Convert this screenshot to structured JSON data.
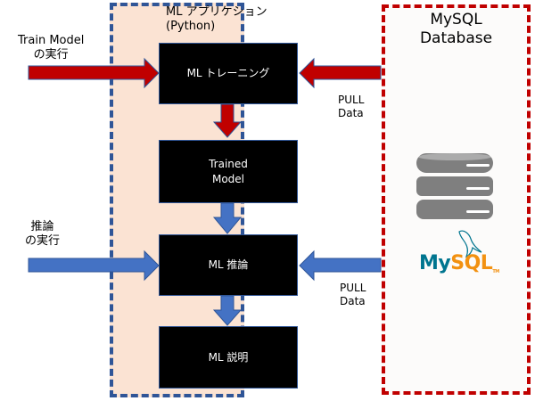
{
  "app_container": {
    "title": "ML アプリケション\n(Python)",
    "border_color": "#2f5597",
    "fill_color": "#fbe3d3"
  },
  "db_container": {
    "title": "MySQL\nDatabase",
    "border_color": "#c00000",
    "logo_text_my": "My",
    "logo_text_sql": "SQL",
    "logo_tm": "TM"
  },
  "nodes": [
    {
      "id": "training",
      "label": "ML トレーニング"
    },
    {
      "id": "trained-model",
      "label": "Trained\nModel"
    },
    {
      "id": "inference",
      "label": "ML 推論"
    },
    {
      "id": "explanation",
      "label": "ML 説明"
    }
  ],
  "inputs": {
    "train": "Train Model\nの実行",
    "infer": "推論\nの実行"
  },
  "edges": {
    "pull_training": "PULL\nData",
    "pull_inference": "PULL\nData"
  },
  "colors": {
    "training_arrow": "#c00000",
    "inference_arrow": "#4472c4",
    "arrow_outline": "#2f5597",
    "node_fill": "#000000",
    "db_icon": "#7f7f7f"
  }
}
